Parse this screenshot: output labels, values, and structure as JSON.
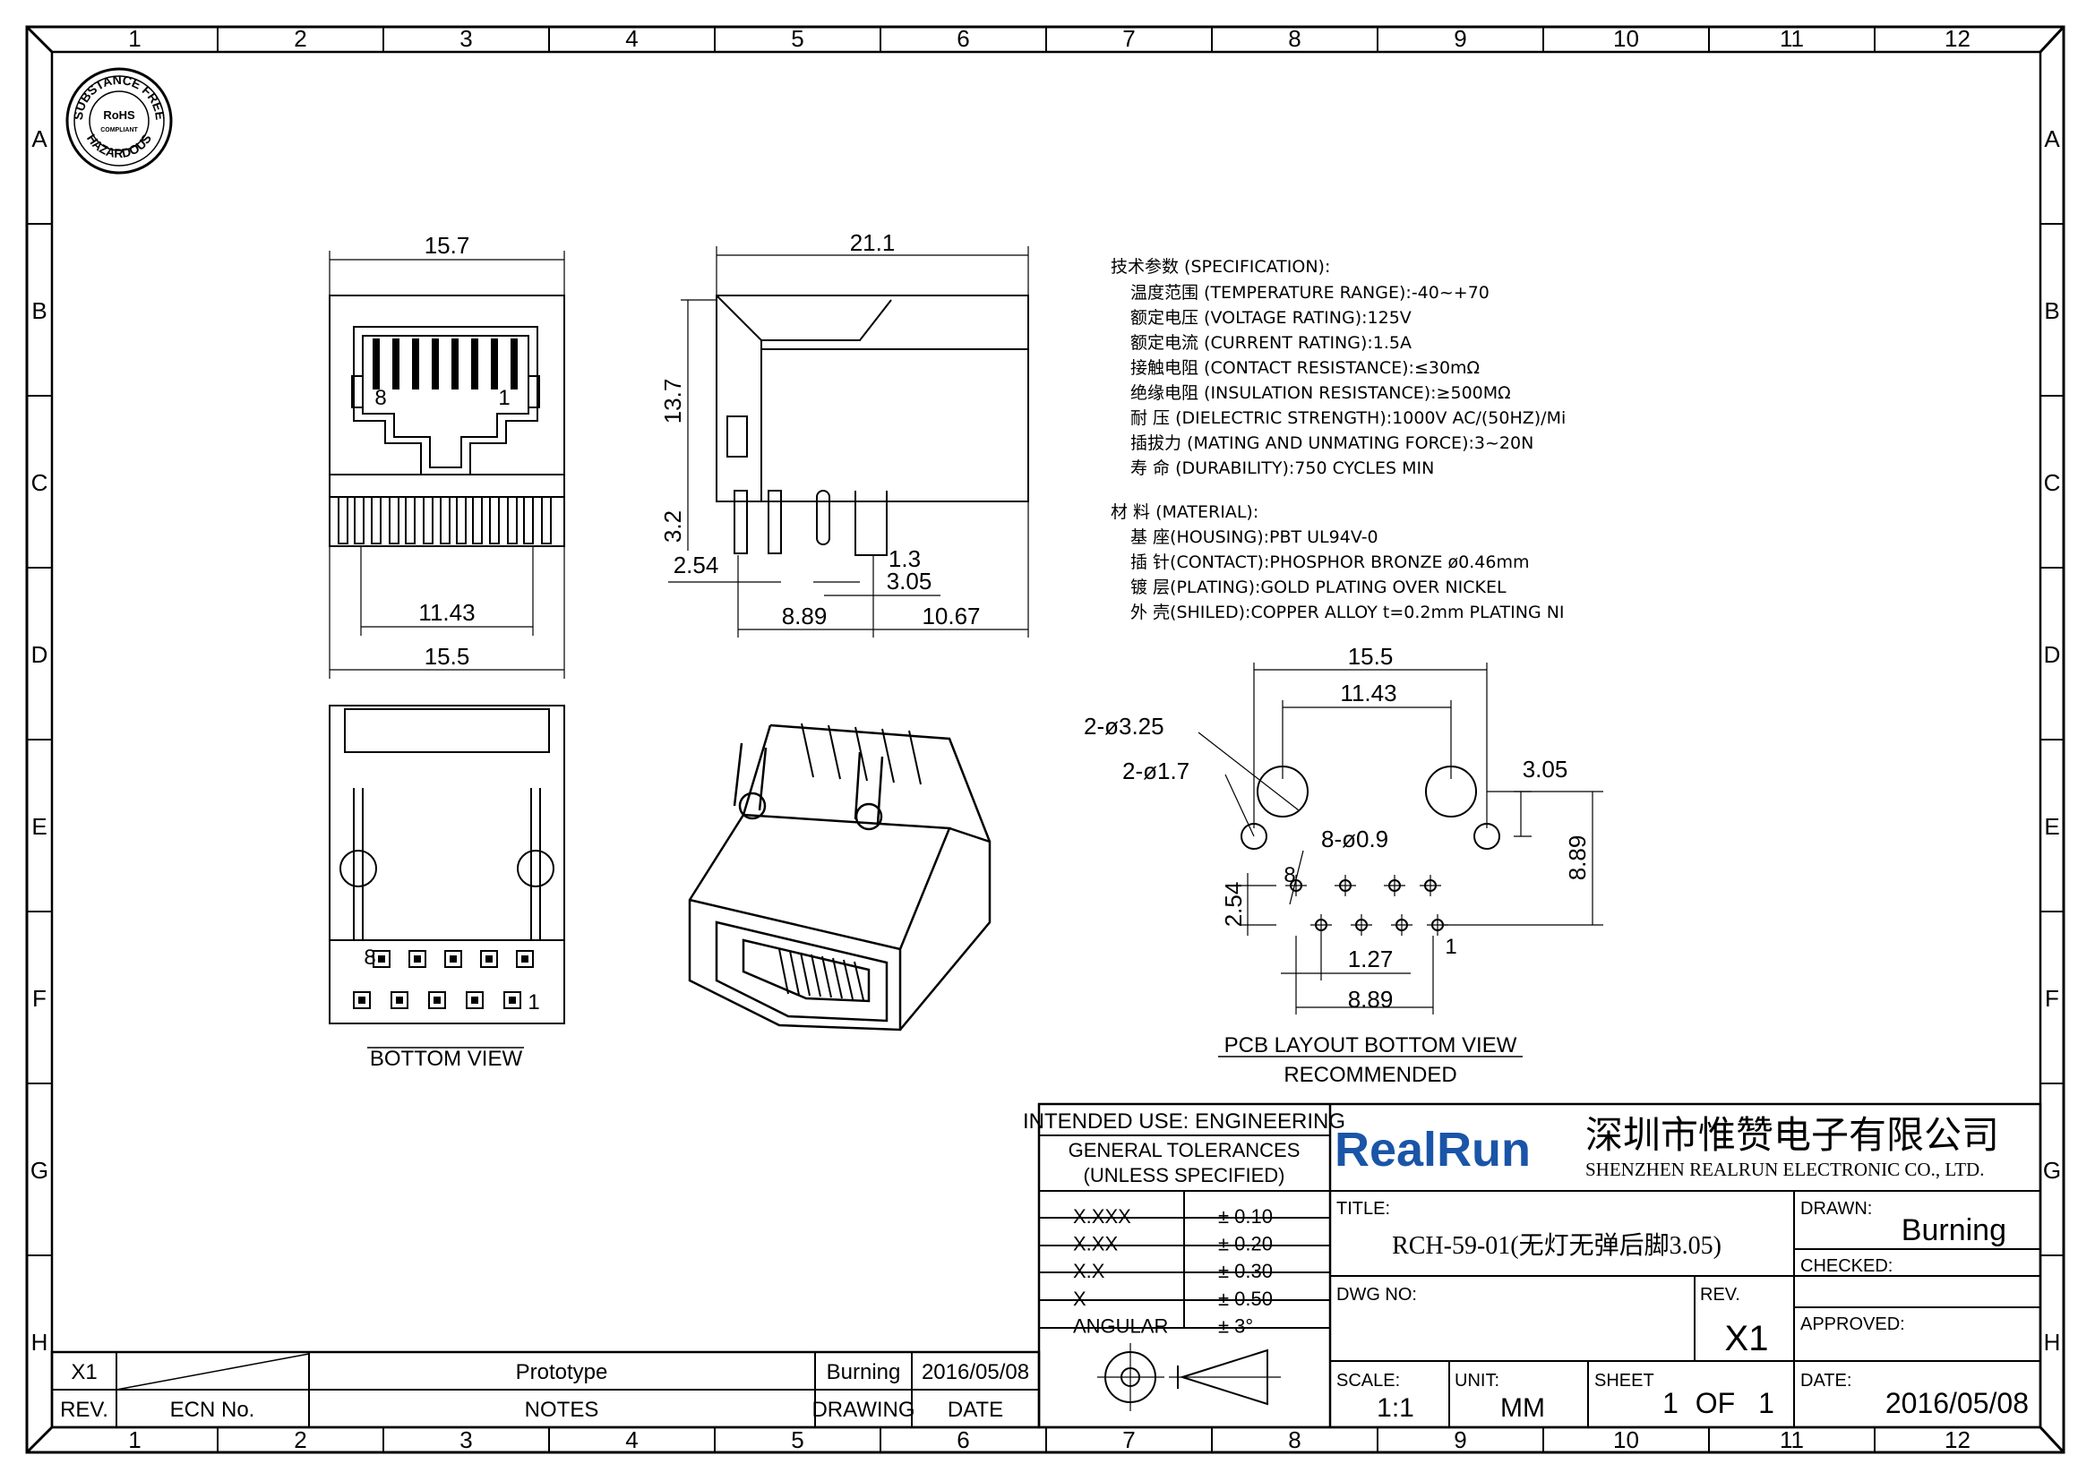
{
  "grid": {
    "columns": [
      "1",
      "2",
      "3",
      "4",
      "5",
      "6",
      "7",
      "8",
      "9",
      "10",
      "11",
      "12"
    ],
    "rows": [
      "A",
      "B",
      "C",
      "D",
      "E",
      "F",
      "G",
      "H"
    ]
  },
  "rohs_stamp": {
    "center": "RoHS",
    "sub": "COMPLIANT",
    "ring_top": "SUBSTANCE FREE",
    "ring_bottom": "HAZARDOUS"
  },
  "front_view": {
    "dim_top": "15.7",
    "dim_pin_span": "11.43",
    "dim_bottom": "15.5",
    "pin_left": "8",
    "pin_right": "1"
  },
  "side_view": {
    "dim_length": "21.1",
    "dim_height": "13.7",
    "dim_pin_len": "3.2",
    "dim_a": "2.54",
    "dim_b": "1.3",
    "dim_c": "3.05",
    "dim_d": "8.89",
    "dim_e": "10.67"
  },
  "spec": {
    "header": "技术参数 (SPECIFICATION):",
    "lines": [
      "温度范围 (TEMPERATURE RANGE):-40~+70",
      "额定电压 (VOLTAGE RATING):125V",
      "额定电流 (CURRENT RATING):1.5A",
      "接触电阻 (CONTACT RESISTANCE):≤30mΩ",
      "绝缘电阻 (INSULATION RESISTANCE):≥500MΩ",
      "耐 压 (DIELECTRIC STRENGTH):1000V AC/(50HZ)/Mi",
      "插拔力 (MATING AND UNMATING FORCE):3~20N",
      "寿 命 (DURABILITY):750 CYCLES MIN"
    ],
    "material_header": "材 料 (MATERIAL):",
    "material_lines": [
      "基 座(HOUSING):PBT UL94V-0",
      "插 针(CONTACT):PHOSPHOR BRONZE ø0.46mm",
      "镀 层(PLATING):GOLD PLATING OVER NICKEL",
      "外 壳(SHILED):COPPER ALLOY t=0.2mm PLATING NI"
    ]
  },
  "bottom_view": {
    "caption": "BOTTOM VIEW",
    "pin_left": "8",
    "pin_right": "1"
  },
  "pcb_layout": {
    "dim_outer": "15.5",
    "dim_inner": "11.43",
    "holes_large": "2-ø3.25",
    "holes_small": "2-ø1.7",
    "holes_pins": "8-ø0.9",
    "dim_offset": "3.05",
    "dim_depth": "8.89",
    "dim_row": "2.54",
    "dim_pitch": "1.27",
    "dim_pin_span": "8.89",
    "pin_left": "8",
    "pin_right": "1",
    "caption": "PCB LAYOUT BOTTOM VIEW",
    "subcaption": "RECOMMENDED"
  },
  "title_block": {
    "intended_use": "INTENDED USE: ENGINEERING",
    "tol_header_1": "GENERAL TOLERANCES",
    "tol_header_2": "(UNLESS SPECIFIED)",
    "tolerances": [
      {
        "k": "X.XXX",
        "v": "± 0.10"
      },
      {
        "k": "X.XX",
        "v": "± 0.20"
      },
      {
        "k": "X.X",
        "v": "± 0.30"
      },
      {
        "k": "X",
        "v": "± 0.50"
      },
      {
        "k": "ANGULAR",
        "v": "± 3°"
      }
    ],
    "brand": "RealRun",
    "company_cn": "深圳市惟赞电子有限公司",
    "company_en": "SHENZHEN REALRUN ELECTRONIC CO., LTD.",
    "title_label": "TITLE:",
    "title_value": "RCH-59-01(无灯无弹后脚3.05)",
    "drawn_label": "DRAWN:",
    "drawn_value": "Burning",
    "checked_label": "CHECKED:",
    "dwg_label": "DWG NO:",
    "rev_label": "REV.",
    "rev_value": "X1",
    "approved_label": "APPROVED:",
    "scale_label": "SCALE:",
    "scale_value": "1:1",
    "unit_label": "UNIT:",
    "unit_value": "MM",
    "sheet_label": "SHEET",
    "sheet_value": "1",
    "sheet_of": "OF",
    "sheet_total": "1",
    "date_label": "DATE:",
    "date_value": "2016/05/08"
  },
  "revision_table": {
    "row": {
      "rev": "X1",
      "notes": "Prototype",
      "drawing": "Burning",
      "date": "2016/05/08"
    },
    "headers": {
      "rev": "REV.",
      "ecn": "ECN No.",
      "notes": "NOTES",
      "drawing": "DRAWING",
      "date": "DATE"
    }
  }
}
